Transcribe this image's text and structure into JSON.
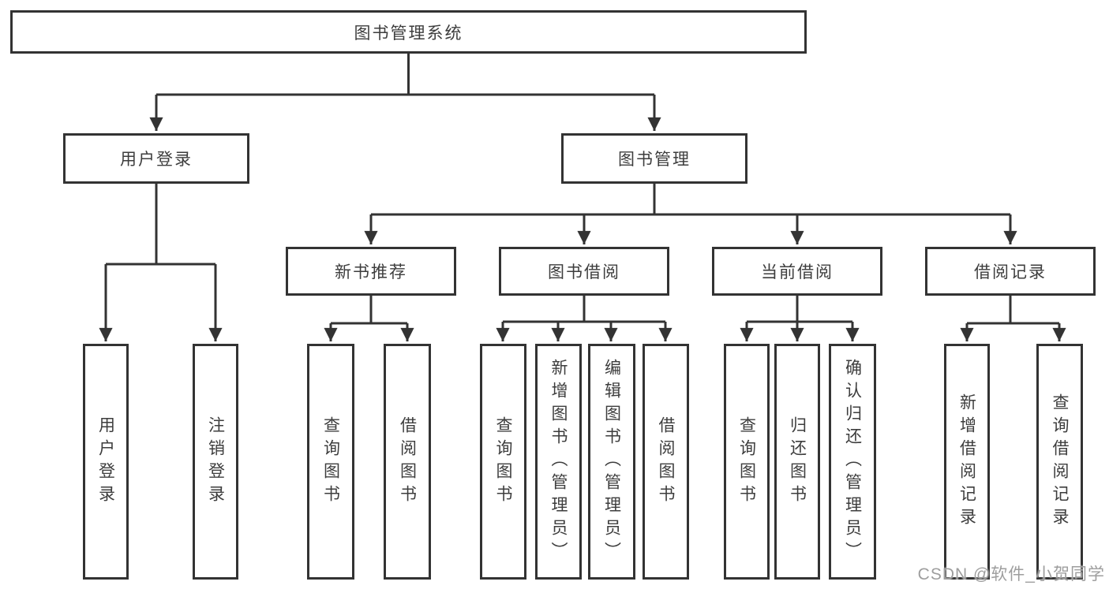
{
  "tree": {
    "root": "图书管理系统",
    "branches": [
      {
        "label": "用户登录",
        "leaves": [
          "用户登录",
          "注销登录"
        ]
      },
      {
        "label": "图书管理",
        "groups": [
          {
            "label": "新书推荐",
            "leaves": [
              "查询图书",
              "借阅图书"
            ]
          },
          {
            "label": "图书借阅",
            "leaves": [
              "查询图书",
              "新增图书（管理员）",
              "编辑图书（管理员）",
              "借阅图书"
            ]
          },
          {
            "label": "当前借阅",
            "leaves": [
              "查询图书",
              "归还图书",
              "确认归还（管理员）"
            ]
          },
          {
            "label": "借阅记录",
            "leaves": [
              "新增借阅记录",
              "查询借阅记录"
            ]
          }
        ]
      }
    ]
  },
  "watermark": {
    "text": "CSDN @软件_小贺同学"
  },
  "colors": {
    "line": "#333333",
    "box_border": "#333333",
    "text": "#3d3d3d",
    "watermark": "#9e9e9e",
    "background": "#ffffff"
  }
}
